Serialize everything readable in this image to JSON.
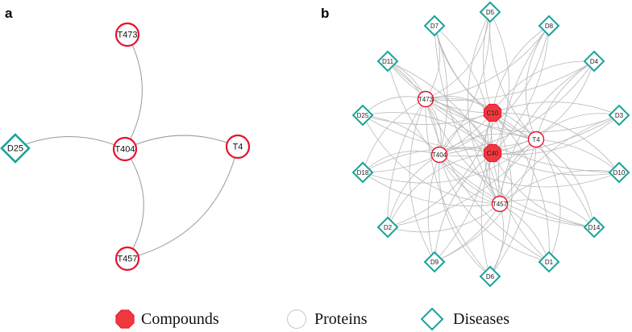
{
  "panels": [
    {
      "label": "a",
      "nodes": [
        {
          "id": "T473",
          "type": "protein"
        },
        {
          "id": "D25",
          "type": "disease"
        },
        {
          "id": "T404",
          "type": "protein"
        },
        {
          "id": "T4",
          "type": "protein"
        },
        {
          "id": "T457",
          "type": "protein"
        }
      ],
      "edges": [
        [
          "T473",
          "T404"
        ],
        [
          "D25",
          "T404"
        ],
        [
          "T404",
          "T4"
        ],
        [
          "T404",
          "T457"
        ],
        [
          "T4",
          "T457"
        ]
      ]
    },
    {
      "label": "b",
      "nodes": [
        {
          "id": "D5",
          "type": "disease"
        },
        {
          "id": "D7",
          "type": "disease"
        },
        {
          "id": "D8",
          "type": "disease"
        },
        {
          "id": "D11",
          "type": "disease"
        },
        {
          "id": "D4",
          "type": "disease"
        },
        {
          "id": "T473",
          "type": "protein"
        },
        {
          "id": "C10",
          "type": "compound"
        },
        {
          "id": "D25",
          "type": "disease"
        },
        {
          "id": "D3",
          "type": "disease"
        },
        {
          "id": "T4",
          "type": "protein"
        },
        {
          "id": "T404",
          "type": "protein"
        },
        {
          "id": "C40",
          "type": "compound"
        },
        {
          "id": "D18",
          "type": "disease"
        },
        {
          "id": "D10",
          "type": "disease"
        },
        {
          "id": "T457",
          "type": "protein"
        },
        {
          "id": "D2",
          "type": "disease"
        },
        {
          "id": "D14",
          "type": "disease"
        },
        {
          "id": "D9",
          "type": "disease"
        },
        {
          "id": "D1",
          "type": "disease"
        },
        {
          "id": "D6",
          "type": "disease"
        }
      ],
      "hubs": [
        "C10",
        "C40",
        "T4",
        "T404",
        "T457",
        "T473"
      ]
    }
  ],
  "legend": [
    {
      "type": "compound",
      "label": "Compounds"
    },
    {
      "type": "protein",
      "label": "Proteins"
    },
    {
      "type": "disease",
      "label": "Diseases"
    }
  ],
  "colors": {
    "protein_stroke": "#e8112d",
    "compound_fill": "#f2383f",
    "disease_stroke": "#1aa39a",
    "edge": "#b8b8b8"
  }
}
